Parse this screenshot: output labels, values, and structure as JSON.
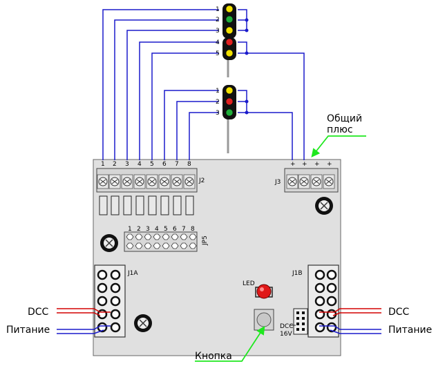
{
  "signals": {
    "upper": {
      "lamp_numbers": [
        "1",
        "2",
        "3",
        "4",
        "5"
      ],
      "lamp_colors": [
        "#f2e100",
        "#1fae3a",
        "#f2e100",
        "#e02020",
        "#f2e100"
      ]
    },
    "lower": {
      "lamp_numbers": [
        "1",
        "2",
        "3"
      ],
      "lamp_colors": [
        "#f2e100",
        "#e02020",
        "#1fae3a"
      ]
    }
  },
  "board": {
    "j2": {
      "label": "J2",
      "pins": [
        "1",
        "2",
        "3",
        "4",
        "5",
        "6",
        "7",
        "8"
      ]
    },
    "j3": {
      "label": "J3",
      "pins": [
        "+",
        "+",
        "+",
        "+"
      ]
    },
    "jp5": {
      "label": "JP5",
      "pins": [
        "1",
        "2",
        "3",
        "4",
        "5",
        "6",
        "7",
        "8"
      ]
    },
    "j1a": {
      "label": "J1A"
    },
    "j1b": {
      "label": "J1B"
    },
    "led_label": "LED",
    "dcc_jumper": {
      "top": "DCC",
      "bottom": "16V"
    }
  },
  "callouts": {
    "common_plus": {
      "line1": "Общий",
      "line2": "плюс"
    },
    "button": "Кнопка",
    "left_dcc": "DCC",
    "left_power": "Питание",
    "right_dcc": "DCC",
    "right_power": "Питание"
  },
  "colors": {
    "wire_blue": "#1a1acc",
    "wire_red": "#d40000",
    "callout_green": "#1ee81e",
    "board": "#e0e0e0"
  }
}
